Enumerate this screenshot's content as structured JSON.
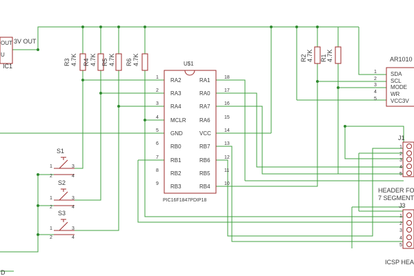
{
  "ic1": {
    "name": "IC1",
    "out_label": "3V OUT",
    "pin_out": "OUT",
    "pin_u": "U"
  },
  "resistors_left": [
    {
      "name": "R3",
      "value": "4.7K"
    },
    {
      "name": "R4",
      "value": "4.7K"
    },
    {
      "name": "R5",
      "value": "4.7K"
    },
    {
      "name": "R6",
      "value": "4.7K"
    }
  ],
  "resistors_right": [
    {
      "name": "R2",
      "value": "4.7K"
    },
    {
      "name": "R1",
      "value": "4.7K"
    }
  ],
  "mcu": {
    "name": "U$1",
    "part": "PIC16F1847PDIP18",
    "left_pins": [
      {
        "num": "1",
        "label": "RA2"
      },
      {
        "num": "2",
        "label": "RA3"
      },
      {
        "num": "3",
        "label": "RA4"
      },
      {
        "num": "4",
        "label": "MCLR"
      },
      {
        "num": "5",
        "label": "GND"
      },
      {
        "num": "6",
        "label": "RB0"
      },
      {
        "num": "7",
        "label": "RB1"
      },
      {
        "num": "8",
        "label": "RB2"
      },
      {
        "num": "9",
        "label": "RB3"
      }
    ],
    "right_pins": [
      {
        "num": "18",
        "label": "RA1"
      },
      {
        "num": "17",
        "label": "RA0"
      },
      {
        "num": "16",
        "label": "RA7"
      },
      {
        "num": "15",
        "label": "RA6"
      },
      {
        "num": "14",
        "label": "VCC"
      },
      {
        "num": "13",
        "label": "RB7"
      },
      {
        "num": "12",
        "label": "RB6"
      },
      {
        "num": "11",
        "label": "RB5"
      },
      {
        "num": "10",
        "label": "RB4"
      }
    ]
  },
  "ar": {
    "name": "AR1010",
    "pins": [
      {
        "num": "1",
        "label": "SDA"
      },
      {
        "num": "2",
        "label": "SCL"
      },
      {
        "num": "3",
        "label": "MODE"
      },
      {
        "num": "4",
        "label": "WR"
      },
      {
        "num": "5",
        "label": "VCC3V"
      }
    ]
  },
  "switches": [
    {
      "name": "S1",
      "p1": "1",
      "p2": "2",
      "p3": "3",
      "p4": "4"
    },
    {
      "name": "S2",
      "p1": "1",
      "p2": "2",
      "p3": "3",
      "p4": "4"
    },
    {
      "name": "S3",
      "p1": "1",
      "p2": "2",
      "p3": "3",
      "p4": "4"
    }
  ],
  "j1": {
    "name": "J1",
    "caption1": "HEADER FOR",
    "caption2": "7 SEGMENT",
    "pins": [
      "1",
      "2",
      "3",
      "4",
      "5"
    ]
  },
  "j3": {
    "name": "J3",
    "caption": "ICSP HEAD",
    "pins": [
      "1",
      "2",
      "3",
      "4",
      "5"
    ]
  },
  "misc": {
    "gnd_mark": "D"
  }
}
